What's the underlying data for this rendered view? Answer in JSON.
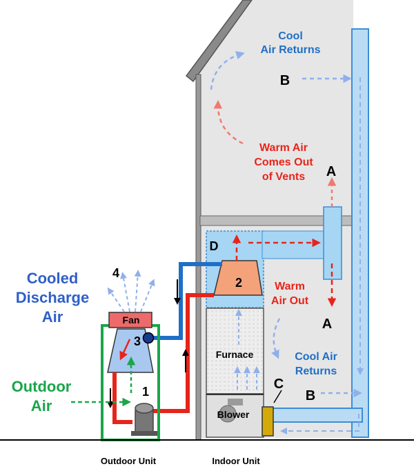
{
  "labels": {
    "cool_air_returns_top_1": "Cool",
    "cool_air_returns_top_2": "Air Returns",
    "point_b_top": "B",
    "warm_air_vents_1": "Warm Air",
    "warm_air_vents_2": "Comes Out",
    "warm_air_vents_3": "of Vents",
    "point_a_top": "A",
    "point_d": "D",
    "point_2": "2",
    "warm_air_out_1": "Warm",
    "warm_air_out_2": "Air Out",
    "point_a_bottom": "A",
    "cool_air_returns_bottom_1": "Cool Air",
    "cool_air_returns_bottom_2": "Returns",
    "furnace": "Furnace",
    "point_c": "C",
    "point_b_bottom": "B",
    "blower": "Blower",
    "cooled_discharge_1": "Cooled",
    "cooled_discharge_2": "Discharge",
    "cooled_discharge_3": "Air",
    "point_4": "4",
    "fan": "Fan",
    "point_3": "3",
    "outdoor_air_1": "Outdoor",
    "outdoor_air_2": "Air",
    "point_1": "1",
    "outdoor_unit": "Outdoor Unit",
    "indoor_unit": "Indoor Unit"
  },
  "colors": {
    "cool": "#1f6fc7",
    "warm": "#e8241a",
    "outdoor": "#1aa64a",
    "house_wall": "#e6e6e6",
    "duct": "#9fd3f0",
    "coil": "#f4a27a",
    "fan": "#ec6a6a",
    "filter": "#d4a90c"
  }
}
